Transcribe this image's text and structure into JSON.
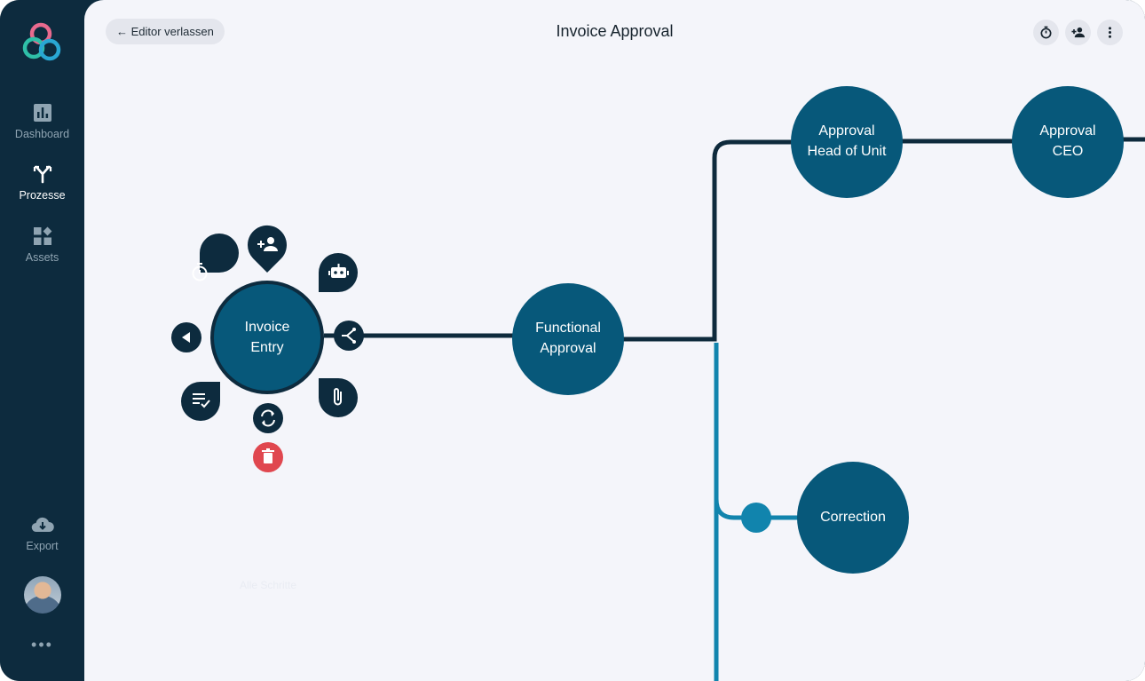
{
  "sidebar": {
    "items": [
      {
        "label": "Dashboard",
        "icon": "bar-chart-icon"
      },
      {
        "label": "Prozesse",
        "icon": "process-fork-icon",
        "active": true
      },
      {
        "label": "Assets",
        "icon": "grid-shapes-icon"
      }
    ],
    "export_label": "Export",
    "export_icon": "cloud-download-icon",
    "more_label": "•••"
  },
  "header": {
    "back_label": "← Editor verlassen",
    "title": "Invoice Approval",
    "actions": [
      "timer-icon",
      "add-user-icon",
      "more-vertical-icon"
    ]
  },
  "flow": {
    "nodes": [
      {
        "id": "invoice-entry",
        "label": "Invoice\nEntry",
        "selected": true
      },
      {
        "id": "functional-approval",
        "label": "Functional\nApproval"
      },
      {
        "id": "approval-head-of-unit",
        "label": "Approval\nHead of Unit"
      },
      {
        "id": "approval-ceo",
        "label": "Approval\nCEO"
      },
      {
        "id": "correction",
        "label": "Correction"
      }
    ],
    "radial_menu": [
      "timer-icon",
      "add-user-icon",
      "robot-icon",
      "branch-icon",
      "attachment-icon",
      "refresh-icon",
      "delete-icon",
      "checklist-icon",
      "play-back-icon"
    ],
    "faint_label": "Alle Schritte"
  },
  "colors": {
    "sidebar_bg": "#0d2b3e",
    "canvas_bg": "#f4f5fa",
    "node_fill": "#07587a",
    "node_border": "#0d2b3e",
    "dark_connector": "#0e2a3c",
    "light_connector": "#1184ad",
    "delete_red": "#e0474f"
  }
}
